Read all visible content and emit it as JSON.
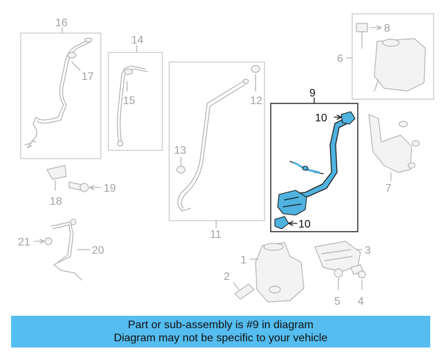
{
  "callouts": {
    "c1": "1",
    "c2": "2",
    "c3": "3",
    "c4": "4",
    "c5": "5",
    "c6": "6",
    "c7": "7",
    "c8": "8",
    "c9": "9",
    "c10a": "10",
    "c10b": "10",
    "c11": "11",
    "c12": "12",
    "c13": "13",
    "c14": "14",
    "c15": "15",
    "c16": "16",
    "c17": "17",
    "c18": "18",
    "c19": "19",
    "c20": "20",
    "c21": "21"
  },
  "colors": {
    "highlight": "#4fb3e0",
    "banner": "#55bdf0",
    "line": "#b4b4b4"
  },
  "banner": {
    "line1": "Part or sub-assembly is #9 in diagram",
    "line2": "Diagram may not be specific to your vehicle"
  }
}
